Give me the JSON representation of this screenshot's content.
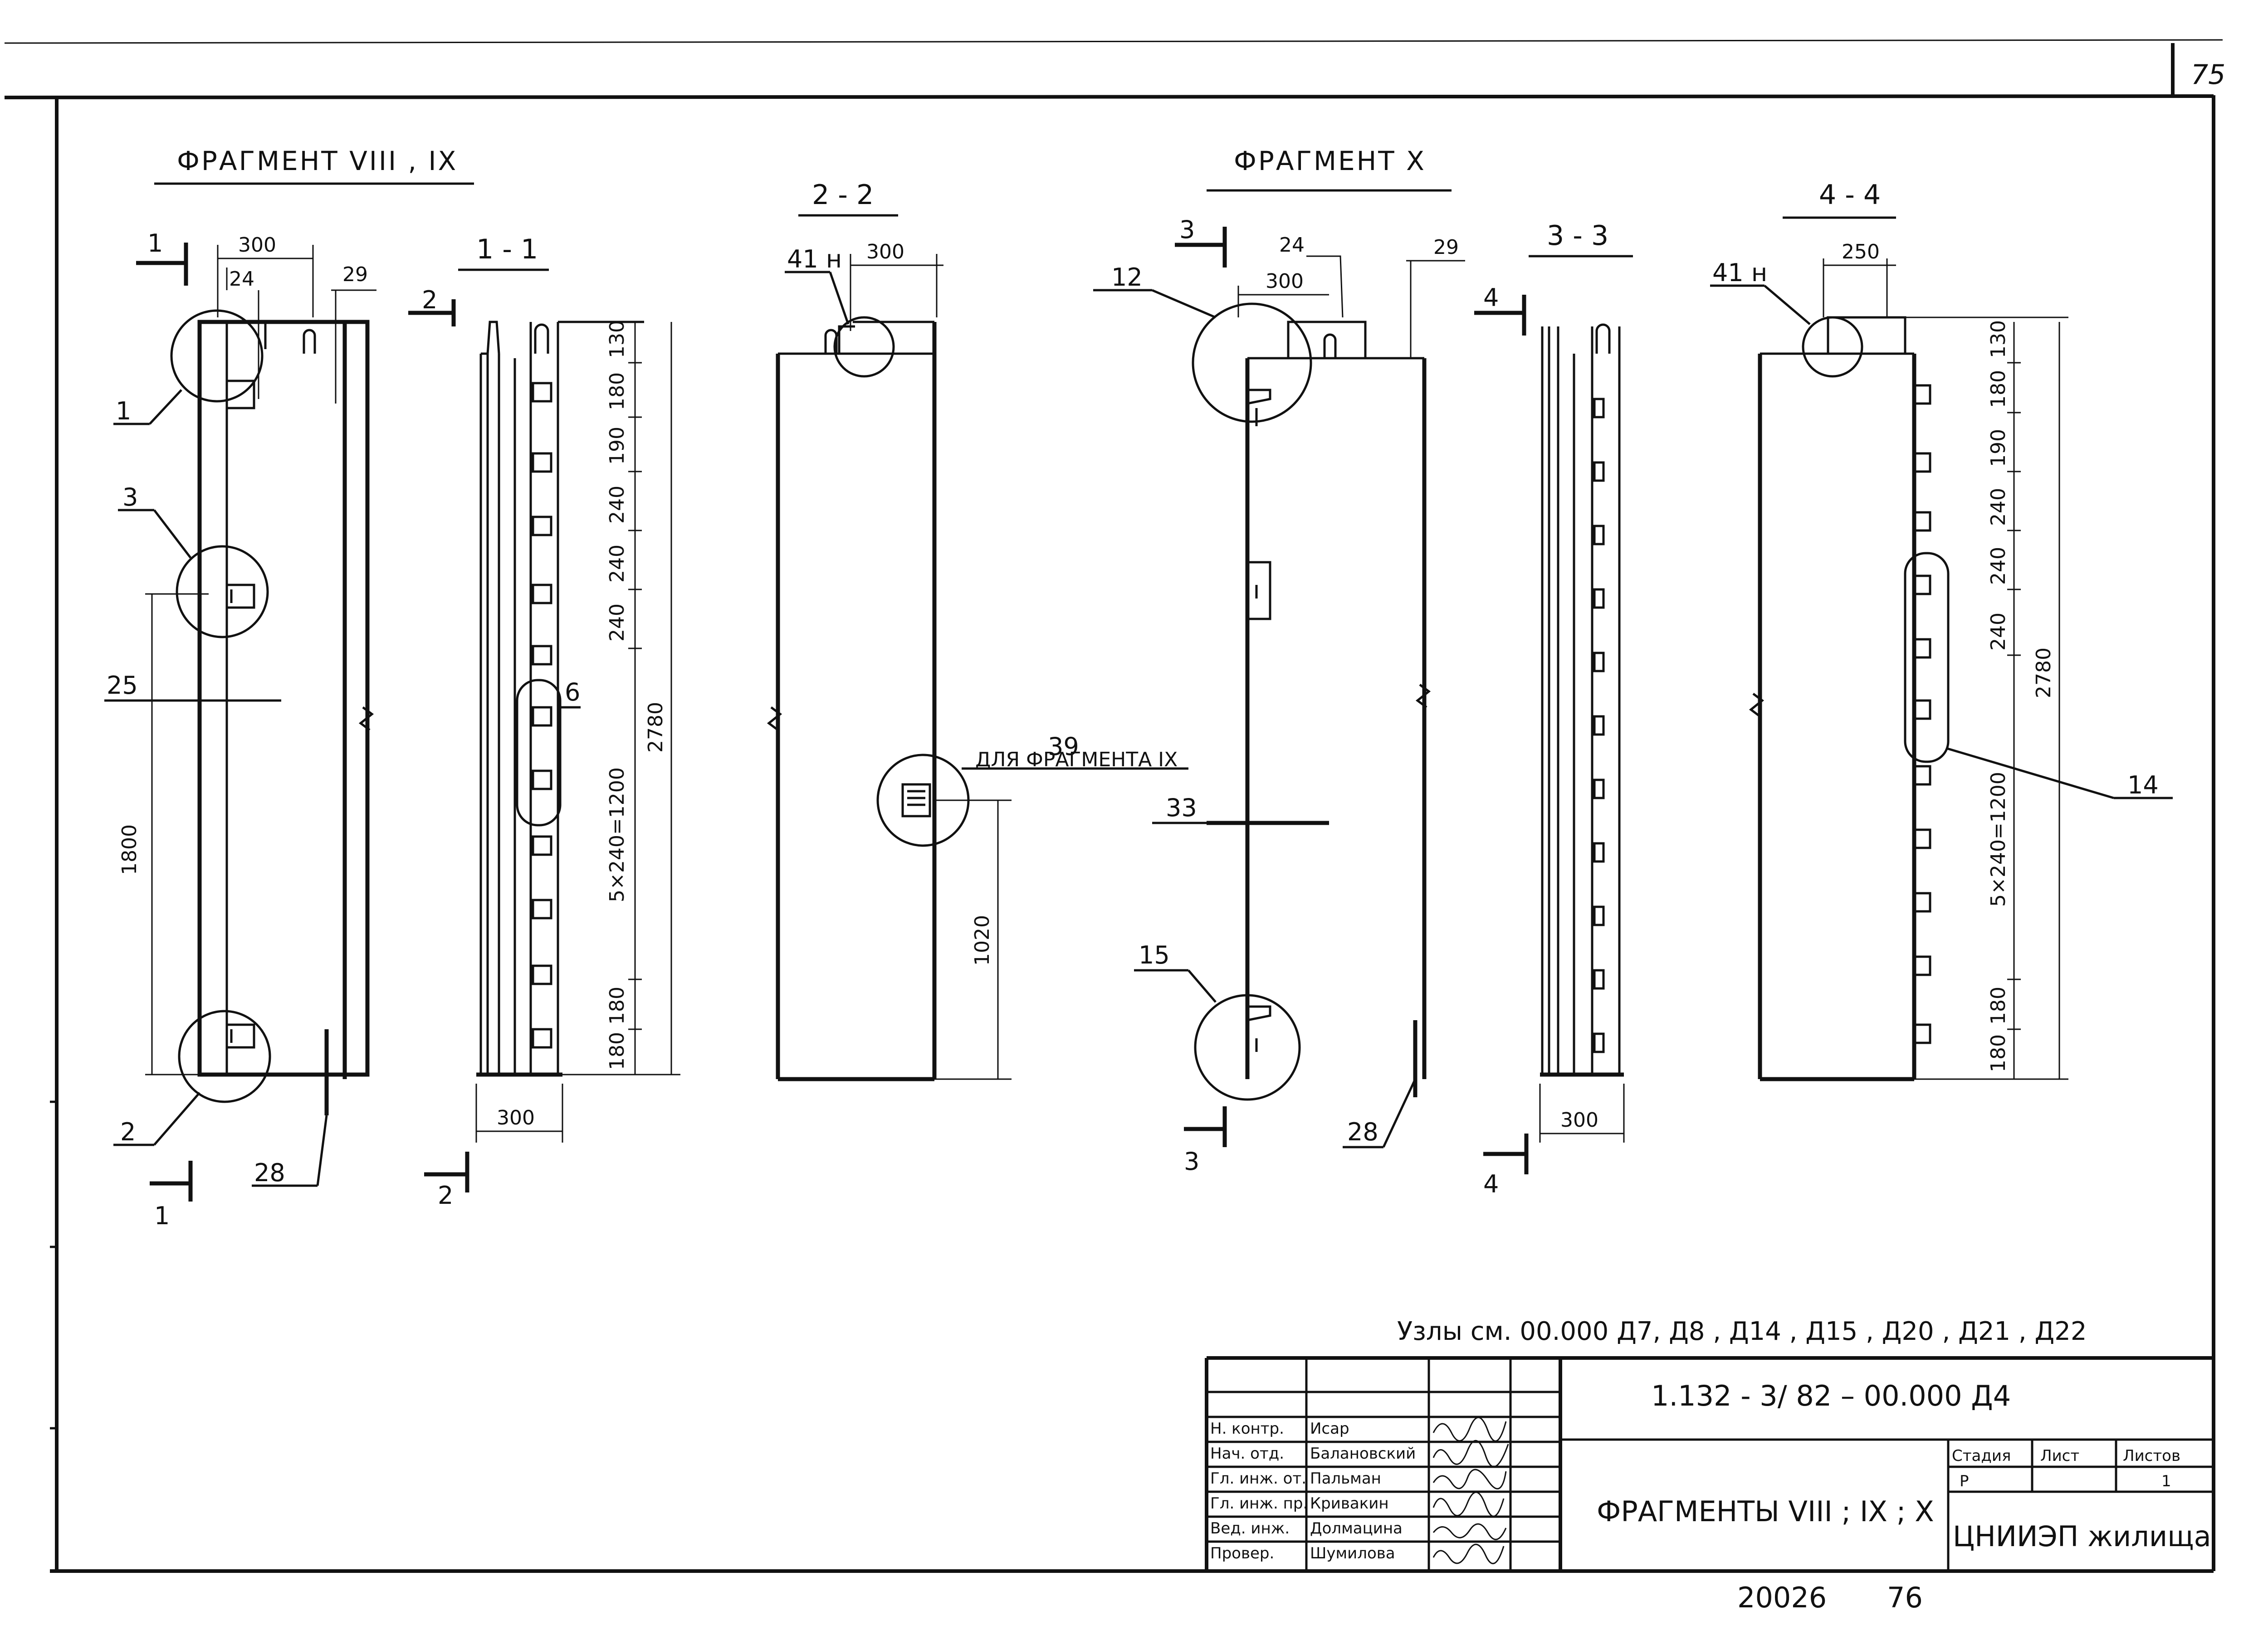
{
  "sheet": {
    "page_number": "75",
    "archive_code": "20026",
    "archive_page": "76"
  },
  "fragments": {
    "left_title": "ФРАГМЕНТ VIII , IX",
    "right_title": "ФРАГМЕНТ X"
  },
  "sections": {
    "s11": "1 - 1",
    "s22": "2 - 2",
    "s33": "3 - 3",
    "s44": "4 - 4"
  },
  "cut_marks": {
    "c1": "1",
    "c2": "2",
    "c3": "3",
    "c4": "4"
  },
  "dimensions": {
    "d300": "300",
    "d250": "250",
    "d24": "24",
    "d29": "29",
    "d1800": "1800",
    "d1020": "1020",
    "d2780": "2780",
    "d130": "130",
    "d180": "180",
    "d190": "190",
    "d240": "240",
    "d5x240": "5×240=1200"
  },
  "callouts": {
    "n1": "1",
    "n2": "2",
    "n3": "3",
    "n6": "6",
    "n12": "12",
    "n14": "14",
    "n15": "15",
    "n25": "25",
    "n28": "28",
    "n33": "33",
    "n41": "41 н",
    "n39": "39",
    "n39_note": "ДЛЯ ФРАГМЕНТА IX"
  },
  "notes": {
    "nodes": "Узлы  см. 00.000  Д7, Д8 , Д14 , Д15 , Д20 , Д21 , Д22"
  },
  "title_block": {
    "doc_code": "1.132 - 3/ 82  –  00.000 Д4",
    "drawing_title": "ФРАГМЕНТЫ VIII ; IX ; X",
    "org": "ЦНИИЭП жилища",
    "headers": {
      "stage": "Стадия",
      "sheet": "Лист",
      "sheets": "Листов"
    },
    "values": {
      "stage": "Р",
      "sheet": "",
      "sheets": "1"
    },
    "staff": [
      {
        "role": "Н. контр.",
        "name": "Исар"
      },
      {
        "role": "Нач. отд.",
        "name": "Балановский"
      },
      {
        "role": "Гл. инж. от.",
        "name": "Пальман"
      },
      {
        "role": "Гл. инж. пр.",
        "name": "Кривакин"
      },
      {
        "role": "Вед. инж.",
        "name": "Долмацина"
      },
      {
        "role": "Провер.",
        "name": "Шумилова"
      }
    ]
  }
}
